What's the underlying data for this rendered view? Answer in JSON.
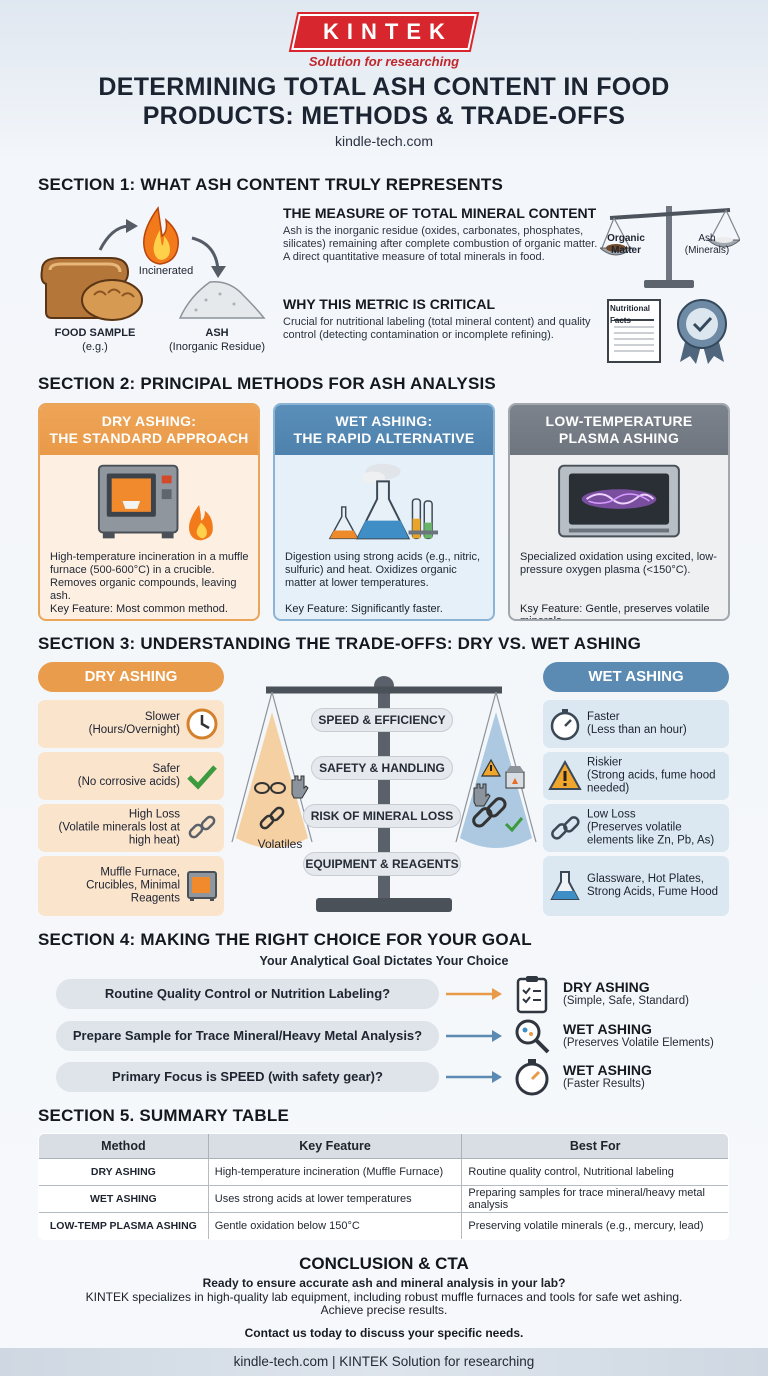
{
  "brand": {
    "logo": "KINTEK",
    "tagline": "Solution for researching",
    "accent": "#d8262e"
  },
  "title": "DETERMINING TOTAL ASH CONTENT IN FOOD PRODUCTS: METHODS & TRADE-OFFS",
  "site": "kindle-tech.com",
  "section1": {
    "title": "SECTION 1: WHAT ASH CONTENT TRULY REPRESENTS",
    "labels": {
      "incinerated": "Incinerated",
      "food_sample": "FOOD SAMPLE",
      "food_sample_sub": "(e.g.)",
      "ash": "ASH",
      "ash_sub": "(Inorganic Residue)",
      "organic_matter": "Organic Matter",
      "ash_minerals": "Ash (Minerals)",
      "nutrition_facts": "Nutritional Facts"
    },
    "block1": {
      "heading": "THE MEASURE OF TOTAL MINERAL CONTENT",
      "text": "Ash is the inorganic residue (oxides, carbonates, phosphates, silicates) remaining after complete combustion of organic matter. A direct quantitative measure of total minerals in food."
    },
    "block2": {
      "heading": "WHY THIS METRIC IS CRITICAL",
      "text": "Crucial for nutritional labeling (total mineral content) and quality control (detecting contamination or incomplete refining)."
    }
  },
  "section2": {
    "title": "SECTION 2: PRINCIPAL METHODS FOR ASH ANALYSIS",
    "cards": [
      {
        "head1": "DRY ASHING:",
        "head2": "THE STANDARD APPROACH",
        "text": "High-temperature incineration in a muffle furnace (500-600°C) in a crucible. Removes organic compounds, leaving ash.",
        "key": "Key Feature: Most common method."
      },
      {
        "head1": "WET ASHING:",
        "head2": "THE RAPID ALTERNATIVE",
        "text": "Digestion using strong acids (e.g., nitric, sulfuric) and heat. Oxidizes organic matter at lower temperatures.",
        "key": "Key Feature: Significantly faster."
      },
      {
        "head1": "LOW-TEMPERATURE",
        "head2": "PLASMA ASHING",
        "text": "Specialized oxidation using excited, low-pressure oxygen plasma (<150°C).",
        "key": "Ksy Feature: Gentle, preserves volatile minerals."
      }
    ]
  },
  "section3": {
    "title": "SECTION 3: UNDERSTANDING THE TRADE-OFFS: DRY VS. WET ASHING",
    "dry_label": "DRY ASHING",
    "wet_label": "WET ASHING",
    "dry_items": [
      {
        "title": "Slower",
        "sub": "(Hours/Overnight)"
      },
      {
        "title": "Safer",
        "sub": "(No corrosive acids)"
      },
      {
        "title": "High Loss",
        "sub": "(Volatile minerals lost at high heat)"
      },
      {
        "title": "Muffle Furnace, Crucibles, Minimal Reagents",
        "sub": ""
      }
    ],
    "wet_items": [
      {
        "title": "Faster",
        "sub": "(Less than an hour)"
      },
      {
        "title": "Riskier",
        "sub": "(Strong acids, fume hood needed)"
      },
      {
        "title": "Low Loss",
        "sub": "(Preserves volatile elements like Zn, Pb, As)"
      },
      {
        "title": "Glassware, Hot Plates, Strong Acids, Fume Hood",
        "sub": ""
      }
    ],
    "criteria": [
      "SPEED & EFFICIENCY",
      "SAFETY & HANDLING",
      "RISK OF MINERAL LOSS",
      "EQUIPMENT & REAGENTS"
    ],
    "volatiles": "Volatiles",
    "colors": {
      "dry": "#e99c4b",
      "wet": "#5b8bb3"
    }
  },
  "section4": {
    "title": "SECTION 4: MAKING THE RIGHT CHOICE FOR YOUR GOAL",
    "subtitle": "Your Analytical Goal Dictates Your Choice",
    "rows": [
      {
        "goal": "Routine Quality Control or Nutrition Labeling?",
        "result": "DRY ASHING",
        "sub": "(Simple, Safe, Standard)",
        "icon": "clipboard-icon"
      },
      {
        "goal": "Prepare Sample for Trace Mineral/Heavy Metal Analysis?",
        "result": "WET ASHING",
        "sub": "(Preserves Volatile Elements)",
        "icon": "magnifier-icon"
      },
      {
        "goal": "Primary Focus is SPEED (with safety gear)?",
        "result": "WET ASHING",
        "sub": "(Faster Results)",
        "icon": "stopwatch-icon"
      }
    ]
  },
  "section5": {
    "title": "SECTION 5. SUMMARY TABLE",
    "headers": [
      "Method",
      "Key Feature",
      "Best For"
    ],
    "rows": [
      [
        "DRY ASHING",
        "High-temperature incineration (Muffle Furnace)",
        "Routine quality control, Nutritional labeling"
      ],
      [
        "WET ASHING",
        "Uses strong acids at lower temperatures",
        "Preparing samples for trace mineral/heavy metal analysis"
      ],
      [
        "LOW-TEMP PLASMA ASHING",
        "Gentle oxidation below 150°C",
        "Preserving volatile minerals (e.g., mercury, lead)"
      ]
    ]
  },
  "conclusion": {
    "title": "CONCLUSION & CTA",
    "line1": "Ready to ensure accurate ash and mineral analysis in your lab?",
    "line2": "KINTEK specializes in high-quality lab equipment, including robust muffle furnaces and tools for safe wet ashing.",
    "line3": "Achieve precise results.",
    "cta": "Contact us today to discuss your specific needs."
  },
  "footer": "kindle-tech.com | KINTEK Solution for researching"
}
